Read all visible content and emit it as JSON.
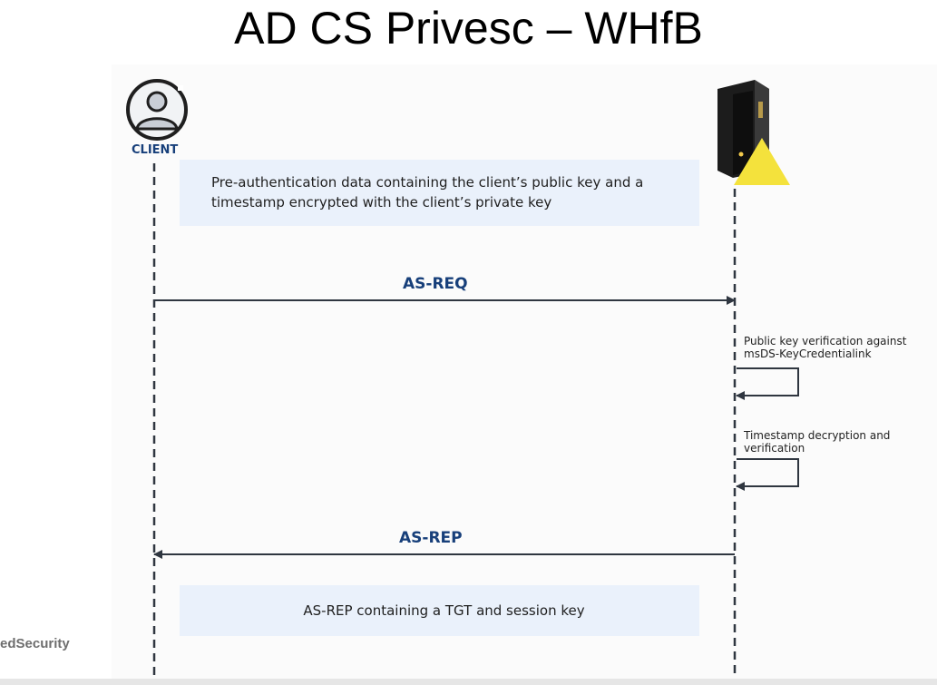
{
  "slide": {
    "title": "AD CS Privesc – WHfB",
    "watermark": "edSecurity"
  },
  "participants": {
    "client_label": "CLIENT",
    "server_icon": "server-tower-icon",
    "warning_icon": "warning-triangle-icon"
  },
  "notes": {
    "pre_auth": "Pre-authentication data containing the client’s public key and a timestamp encrypted with the client’s private key",
    "as_rep": "AS-REP containing a TGT  and session key"
  },
  "messages": {
    "as_req": "AS-REQ",
    "as_rep": "AS-REP"
  },
  "self_steps": {
    "key_verification": "Public key verification against msDS-KeyCredentialink",
    "timestamp": "Timestamp decryption and verification"
  },
  "colors": {
    "accent": "#173f7a",
    "note_fill": "#eaf1fb",
    "line": "#2f3640",
    "warning": "#f4e23c"
  }
}
